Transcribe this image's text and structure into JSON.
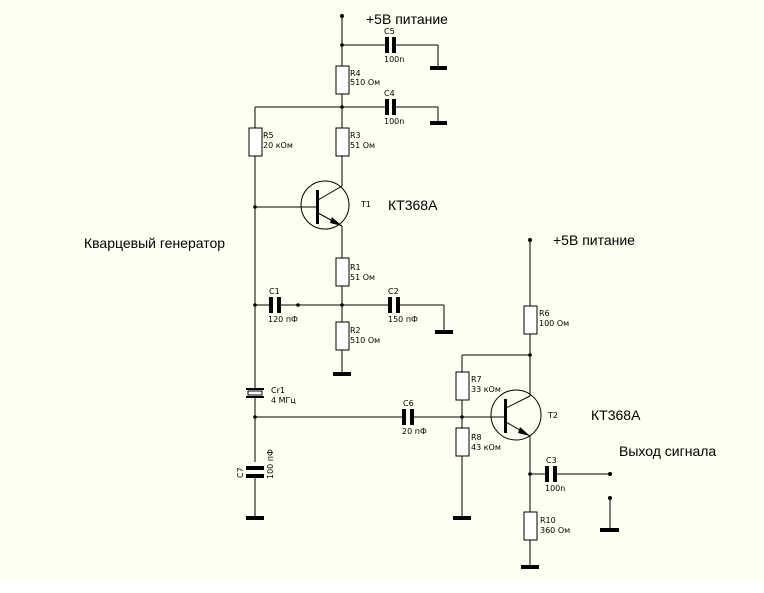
{
  "title_labels": {
    "supply_top": "+5В питание",
    "supply_right": "+5В питание",
    "oscillator": "Кварцевый генератор",
    "output": "Выход сигнала",
    "t1_model": "КТ368А",
    "t2_model": "КТ368А"
  },
  "components": {
    "R1": {
      "ref": "R1",
      "value": "51 Ом"
    },
    "R2": {
      "ref": "R2",
      "value": "510 Ом"
    },
    "R3": {
      "ref": "R3",
      "value": "51 Ом"
    },
    "R4": {
      "ref": "R4",
      "value": "510 Ом"
    },
    "R5": {
      "ref": "R5",
      "value": "20 кОм"
    },
    "R6": {
      "ref": "R6",
      "value": "100 Ом"
    },
    "R7": {
      "ref": "R7",
      "value": "33 кОм"
    },
    "R8": {
      "ref": "R8",
      "value": "43 кОм"
    },
    "R10": {
      "ref": "R10",
      "value": "360 Ом"
    },
    "C1": {
      "ref": "C1",
      "value": "120 пФ"
    },
    "C2": {
      "ref": "C2",
      "value": "150 пФ"
    },
    "C3": {
      "ref": "C3",
      "value": "100n"
    },
    "C4": {
      "ref": "C4",
      "value": "100n"
    },
    "C5": {
      "ref": "C5",
      "value": "100n"
    },
    "C6": {
      "ref": "C6",
      "value": "20 пФ"
    },
    "C7": {
      "ref": "C7",
      "value": "100 пФ"
    },
    "Cr1": {
      "ref": "Cr1",
      "value": "4 МГц"
    },
    "T1": {
      "ref": "T1"
    },
    "T2": {
      "ref": "T2"
    }
  }
}
